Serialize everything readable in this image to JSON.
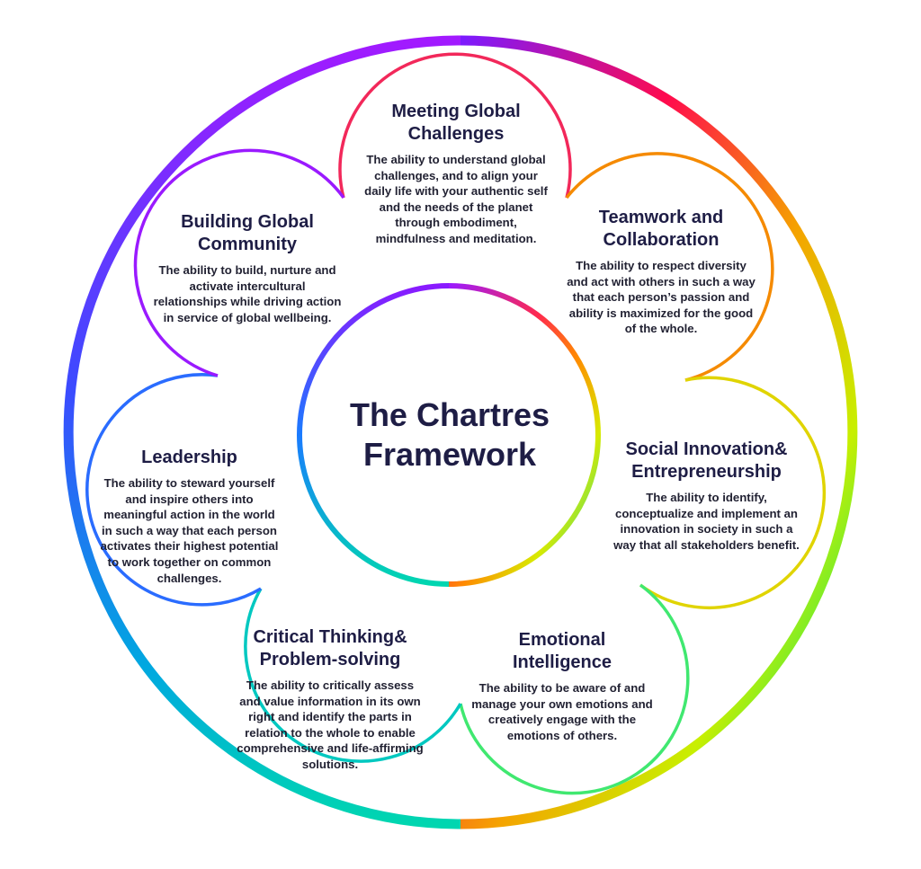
{
  "center": {
    "title_line1": "The Chartres",
    "title_line2": "Framework"
  },
  "competencies": [
    {
      "title": "Meeting Global Challenges",
      "description": "The ability to understand global challenges, and to align your daily life with your authentic self and the needs of the planet through embodiment, mindfulness and meditation."
    },
    {
      "title": "Teamwork and Collaboration",
      "description": "The ability to respect diversity and act with others in such a way that each person’s passion and ability is maximized for the good of the whole."
    },
    {
      "title": "Social Innovation& Entrepreneurship",
      "description": "The ability to identify, conceptualize  and implement an innovation in society in such a way that all stakeholders benefit."
    },
    {
      "title": "Emotional Intelligence",
      "description": "The ability to be aware of and manage your own emotions and creatively engage with the emotions of others."
    },
    {
      "title": "Critical Thinking& Problem-solving",
      "description": "The ability to critically assess and value information in its own right and identify the parts in relation to the whole to enable comprehensive and life-affirming solutions."
    },
    {
      "title": "Leadership",
      "description": "The ability to steward yourself and inspire others into meaningful action in the world in such a way that each person activates their highest potential to work together on common challenges."
    },
    {
      "title": "Building Global Community",
      "description": "The ability to build, nurture and activate intercultural relationships while driving action in service of global wellbeing."
    }
  ],
  "colors": {
    "spectrum": [
      "#ff0a4d",
      "#ff5500",
      "#f5a300",
      "#d8ea00",
      "#28ea55",
      "#00d6b0",
      "#1a7bff",
      "#8a1aff",
      "#d600c8"
    ],
    "text": "#1e1d45"
  }
}
